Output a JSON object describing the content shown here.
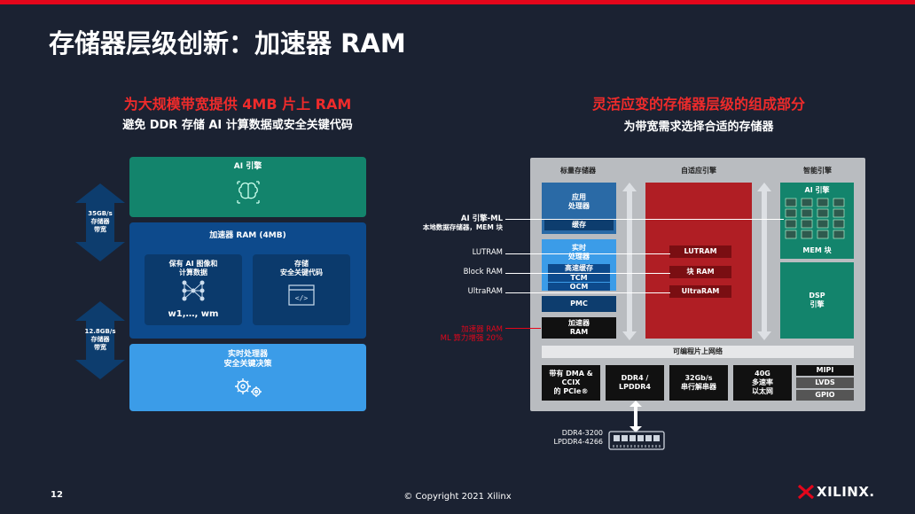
{
  "title": "存储器层级创新：加速器 RAM",
  "left": {
    "heading": "为大规模带宽提供 4MB 片上 RAM",
    "subheading": "避免 DDR 存储 AI 计算数据或安全关键代码",
    "ai_engine": "AI 引擎",
    "accel_ram": "加速器 RAM (4MB)",
    "card1_line1": "保有 AI 图像和",
    "card1_line2": "计算数据",
    "card1_formula": "w1,…, wm",
    "card2_line1": "存储",
    "card2_line2": "安全关键代码",
    "rt_line1": "实时处理器",
    "rt_line2": "安全关键决策",
    "bw1": [
      "35GB/s",
      "存储器",
      "带宽"
    ],
    "bw2": [
      "12.8GB/s",
      "存储器",
      "带宽"
    ]
  },
  "right": {
    "heading": "灵活应变的存储器层级的组成部分",
    "subheading": "为带宽需求选择合适的存储器",
    "col_scalar": "标量存储器",
    "col_adaptive": "自适应引擎",
    "col_intelligent": "智能引擎",
    "app_proc": [
      "应用",
      "处理器"
    ],
    "cache": "缓存",
    "rt_proc": [
      "实时",
      "处理器"
    ],
    "hs_cache": "高速缓存",
    "tcm": "TCM",
    "ocm": "OCM",
    "pmc": "PMC",
    "accel_ram": [
      "加速器",
      "RAM"
    ],
    "ai_engine": "AI 引擎",
    "mem_block": "MEM 块",
    "dsp": [
      "DSP",
      "引擎"
    ],
    "lutram": "LUTRAM",
    "block_ram": "块 RAM",
    "ultraram": "UltraRAM",
    "noc": "可编程片上网络",
    "io_pcie": [
      "带有 DMA &",
      "CCIX",
      "的 PCIe®"
    ],
    "io_ddr": [
      "DDR4 /",
      "LPDDR4"
    ],
    "io_serdes": [
      "32Gb/s",
      "串行解串器"
    ],
    "io_eth": [
      "40G",
      "多速率",
      "以太网"
    ],
    "io_mipi": "MIPI",
    "io_lvds": "LVDS",
    "io_gpio": "GPIO",
    "ext_ai1": "AI 引擎-ML",
    "ext_ai2": "本地数据存储器，MEM 块",
    "ext_lutram": "LUTRAM",
    "ext_bram": "Block RAM",
    "ext_uram": "UltraRAM",
    "ext_accel1": "加速器 RAM",
    "ext_accel2": "ML 算力增强 20%",
    "ddr_label1": "DDR4-3200",
    "ddr_label2": "LPDDR4-4266"
  },
  "footer": {
    "page": "12",
    "copyright": "© Copyright 2021 Xilinx",
    "brand": "XILINX."
  },
  "colors": {
    "red": "#e3061b",
    "green": "#13846c",
    "navy": "#0d4a8c",
    "light_blue": "#3b9ce8",
    "bg": "#1b2232"
  }
}
